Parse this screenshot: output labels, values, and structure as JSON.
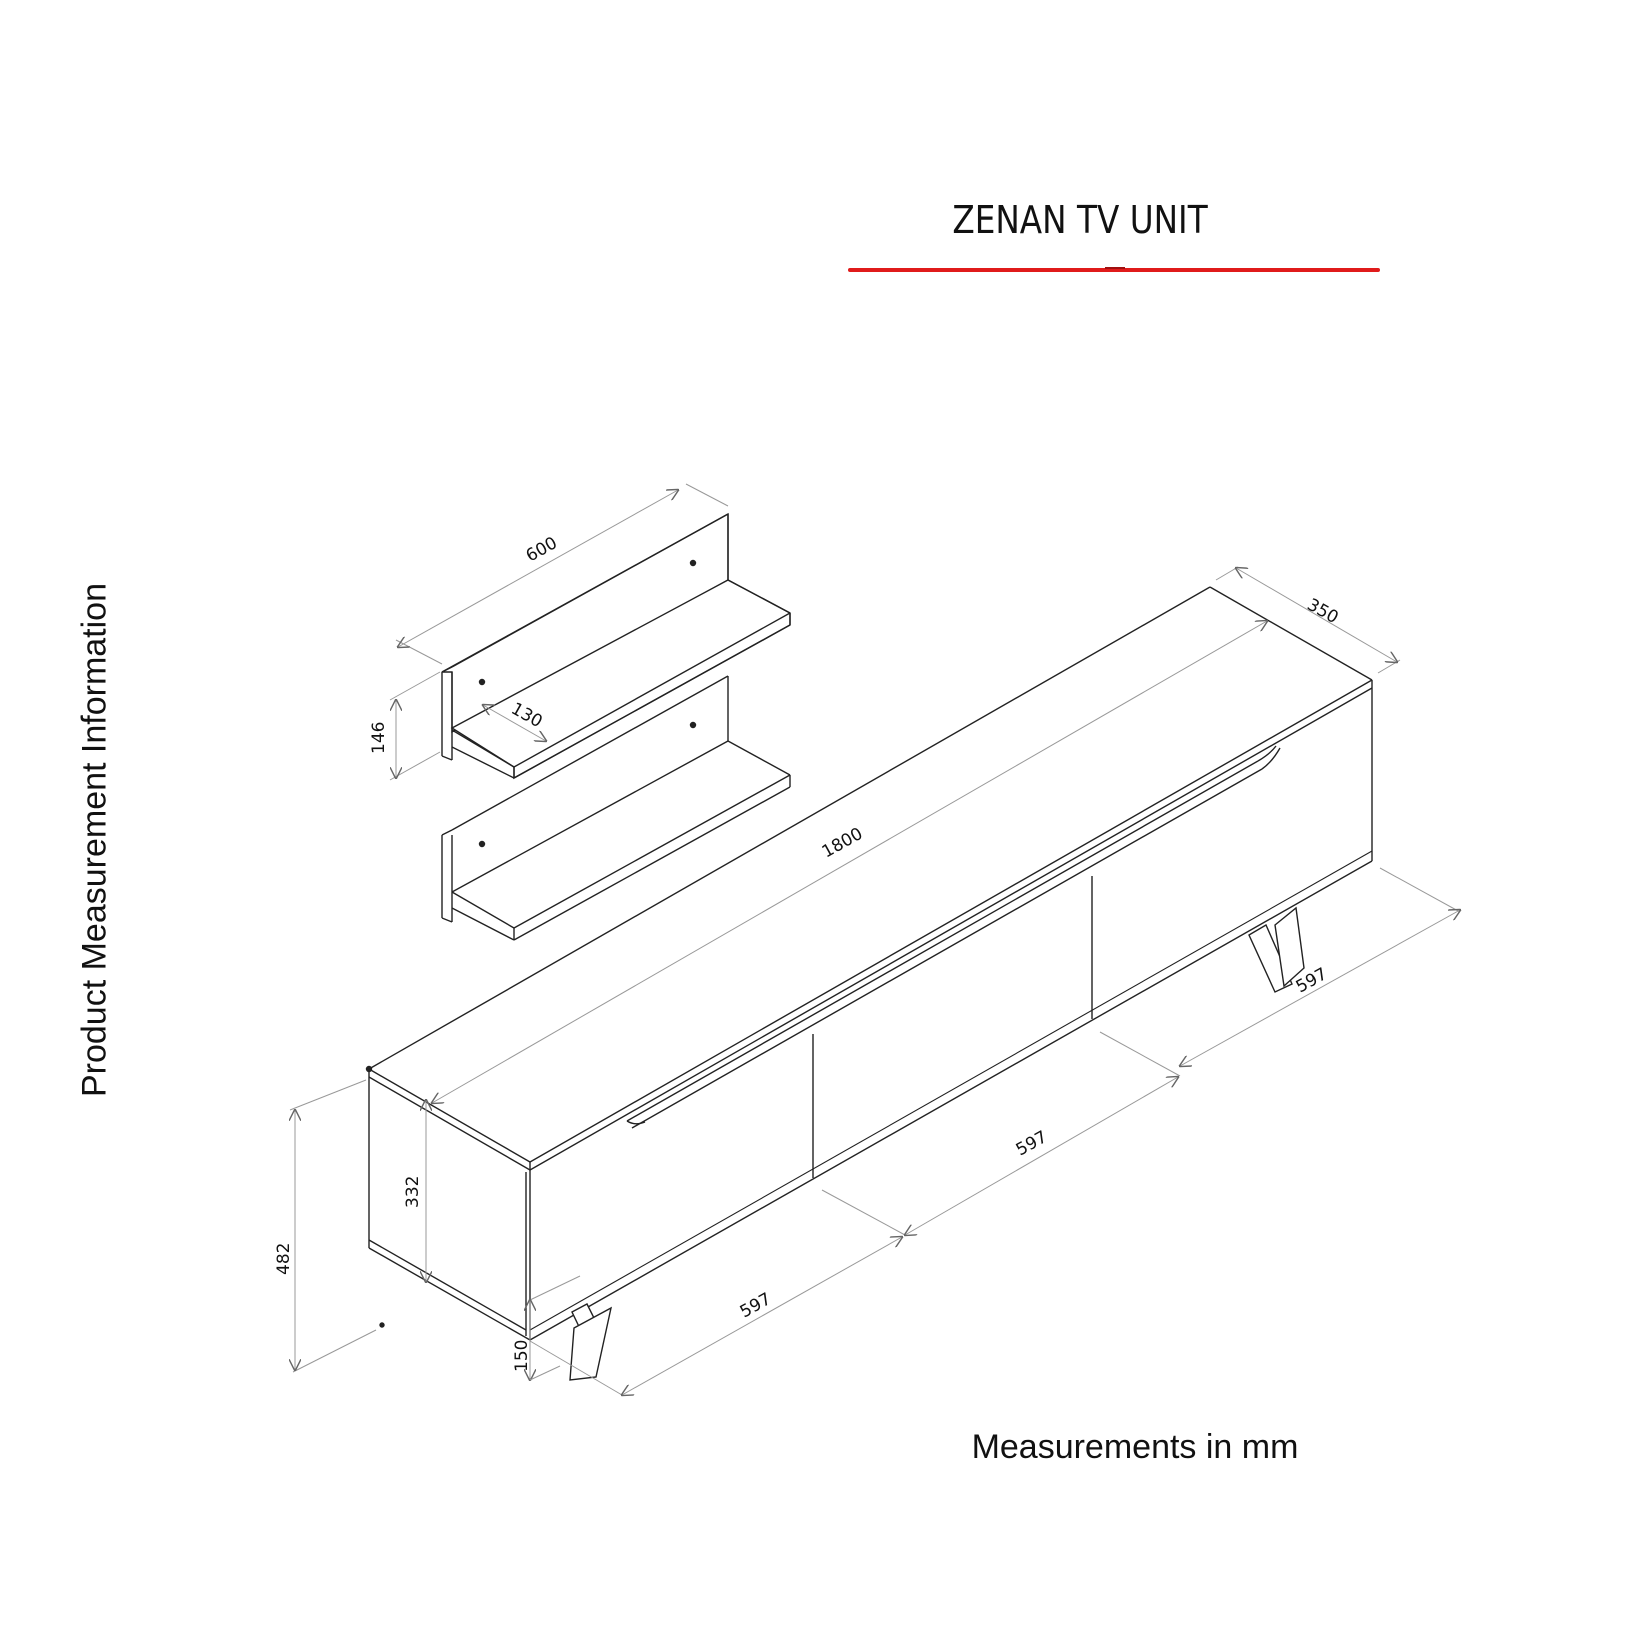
{
  "header": {
    "title": "ZENAN TV UNIT",
    "accent_color": "#e01b1b"
  },
  "side_label": "Product Measurement Information",
  "footer": {
    "units_note": "Measurements in mm"
  },
  "shelves": {
    "width": "600",
    "height": "146",
    "depth": "130"
  },
  "tv_unit": {
    "width": "1800",
    "depth": "350",
    "total_height": "482",
    "body_height": "332",
    "leg_height": "150",
    "door_widths": [
      "597",
      "597",
      "597"
    ]
  }
}
